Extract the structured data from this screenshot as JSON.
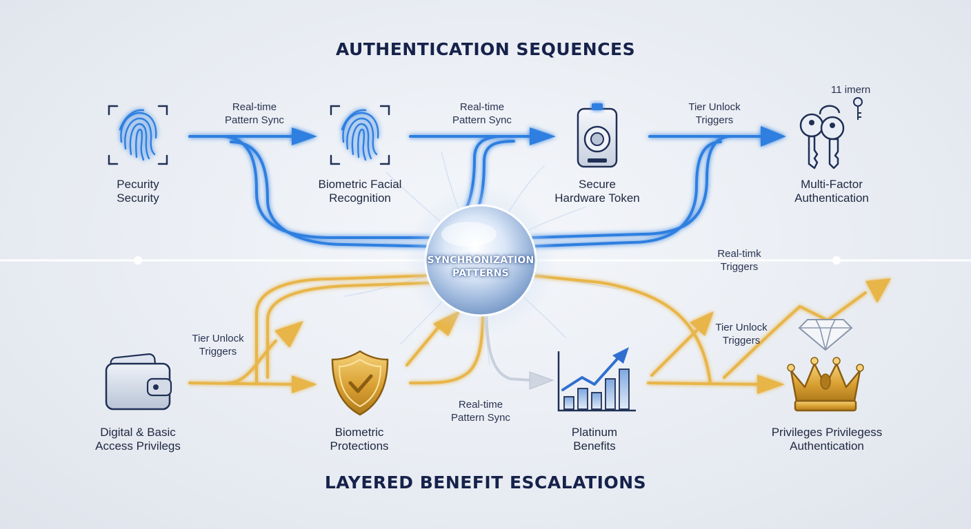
{
  "titles": {
    "top": "AUTHENTICATION SEQUENCES",
    "bottom": "LAYERED BENEFIT ESCALATIONS"
  },
  "hub": {
    "line1": "SYNCHRONIZATION",
    "line2": "PATTERNS"
  },
  "colors": {
    "blue_flow": "#2f7fe0",
    "gold_flow": "#e8b548",
    "icon_navy": "#1f2f55",
    "hub_glow": "#bcd3f2"
  },
  "top_nodes": [
    {
      "icon": "fingerprint-scan-icon",
      "line1": "Pecurity",
      "line2": "Security"
    },
    {
      "icon": "fingerprint-scan-icon",
      "line1": "Biometric Facial",
      "line2": "Recognition"
    },
    {
      "icon": "hardware-token-icon",
      "line1": "Secure",
      "line2": "Hardware Token"
    },
    {
      "icon": "keys-icon",
      "line1": "Multi-Factor",
      "line2": "Authentication"
    }
  ],
  "bottom_nodes": [
    {
      "icon": "wallet-icon",
      "line1": "Digital & Basic",
      "line2": "Access Privilegs"
    },
    {
      "icon": "shield-check-icon",
      "line1": "Biometric",
      "line2": "Protections"
    },
    {
      "icon": "growth-chart-icon",
      "line1": "Platinum",
      "line2": "Benefits"
    },
    {
      "icon": "crown-diamond-icon",
      "line1": "Privileges Privilegess",
      "line2": "Authentication"
    }
  ],
  "edge_labels": {
    "top_1": {
      "line1": "Real-time",
      "line2": "Pattern Sync"
    },
    "top_2": {
      "line1": "Real-time",
      "line2": "Pattern Sync"
    },
    "top_3": {
      "line1": "Tier Unlock",
      "line2": "Triggers"
    },
    "divider_right": {
      "line1": "Real-timk",
      "line2": "Triggers"
    },
    "bottom_1": {
      "line1": "Tier Unlock",
      "line2": "Triggers"
    },
    "bottom_2": {
      "line1": "Real-time",
      "line2": "Pattern Sync"
    },
    "bottom_3": {
      "line1": "Tier Unlock",
      "line2": "Triggers"
    }
  },
  "key_count_note": "11 imern"
}
